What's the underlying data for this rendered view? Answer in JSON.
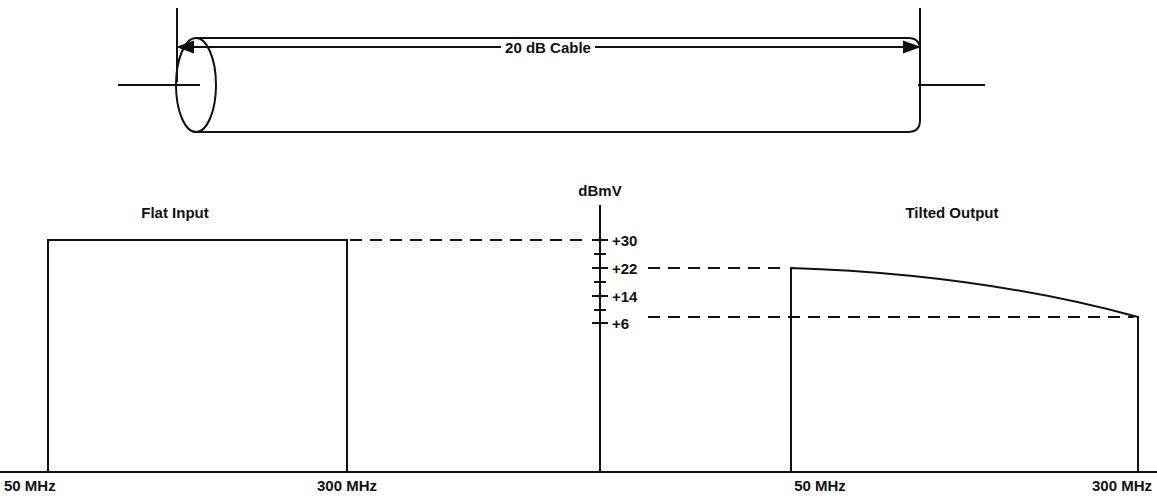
{
  "diagram": {
    "labels": [
      "20 dB Cable",
      "Flat Input",
      "dBmV",
      "+30",
      "+22",
      "+14",
      "+6",
      "Tilted Output",
      "50 MHz",
      "300 MHz",
      "50 MHz",
      "300 MHz"
    ]
  }
}
